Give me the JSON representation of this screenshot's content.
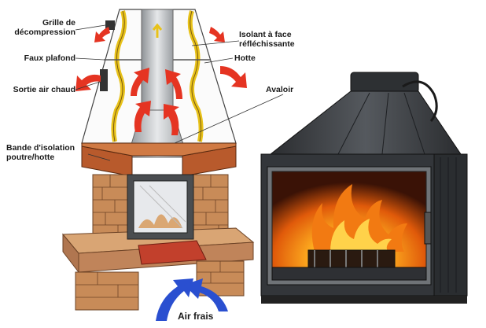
{
  "labels": {
    "grille": "Grille de\ndécompression",
    "faux_plafond": "Faux plafond",
    "sortie_air": "Sortie air chaud",
    "bande": "Bande d'isolation\npoutre/hotte",
    "isolant": "Isolant à face\nréfléchissante",
    "hotte": "Hotte",
    "avaloir": "Avaloir",
    "air_frais": "Air frais"
  },
  "icons": [
    "hot-air-arrow-icon",
    "cold-air-arrow-icon",
    "flame-icon"
  ],
  "colors": {
    "hot_air": "#e53422",
    "cold_air": "#2a4fd0",
    "insulation": "#e8c21a",
    "brick": "#c88b58",
    "beam": "#b85a2c",
    "insert_body": "#3a3d40",
    "flame": "#f27a12"
  }
}
